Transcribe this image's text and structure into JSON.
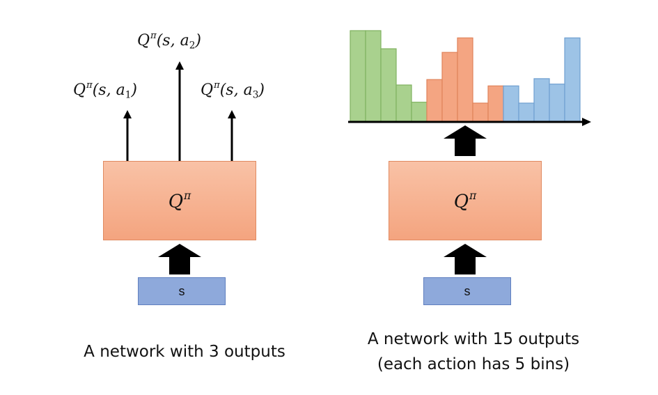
{
  "left": {
    "outputs": [
      {
        "q": "Q",
        "pi": "π",
        "open": "(s, a",
        "sub": "1",
        "close": ")"
      },
      {
        "q": "Q",
        "pi": "π",
        "open": "(s, a",
        "sub": "2",
        "close": ")"
      },
      {
        "q": "Q",
        "pi": "π",
        "open": "(s, a",
        "sub": "3",
        "close": ")"
      }
    ],
    "network": {
      "q": "Q",
      "pi": "π"
    },
    "input": "s",
    "caption": "A network with 3 outputs"
  },
  "right": {
    "network": {
      "q": "Q",
      "pi": "π"
    },
    "input": "s",
    "caption_line1": "A network with 15 outputs",
    "caption_line2": "(each action has 5 bins)"
  },
  "chart_data": {
    "type": "bar",
    "ylim": [
      0,
      1
    ],
    "series": [
      {
        "values": [
          1.0,
          1.0,
          0.8,
          0.4,
          0.21
        ],
        "color": "#a9d18e"
      },
      {
        "values": [
          0.46,
          0.76,
          0.92,
          0.2,
          0.39
        ],
        "color": "#f4a582"
      },
      {
        "values": [
          0.39,
          0.2,
          0.47,
          0.41,
          0.92
        ],
        "color": "#9dc3e6"
      }
    ]
  },
  "colors": {
    "network_fill": "#f4a47f",
    "network_border": "#e08a60",
    "input_fill": "#8ea9db",
    "arrow": "#000000"
  }
}
